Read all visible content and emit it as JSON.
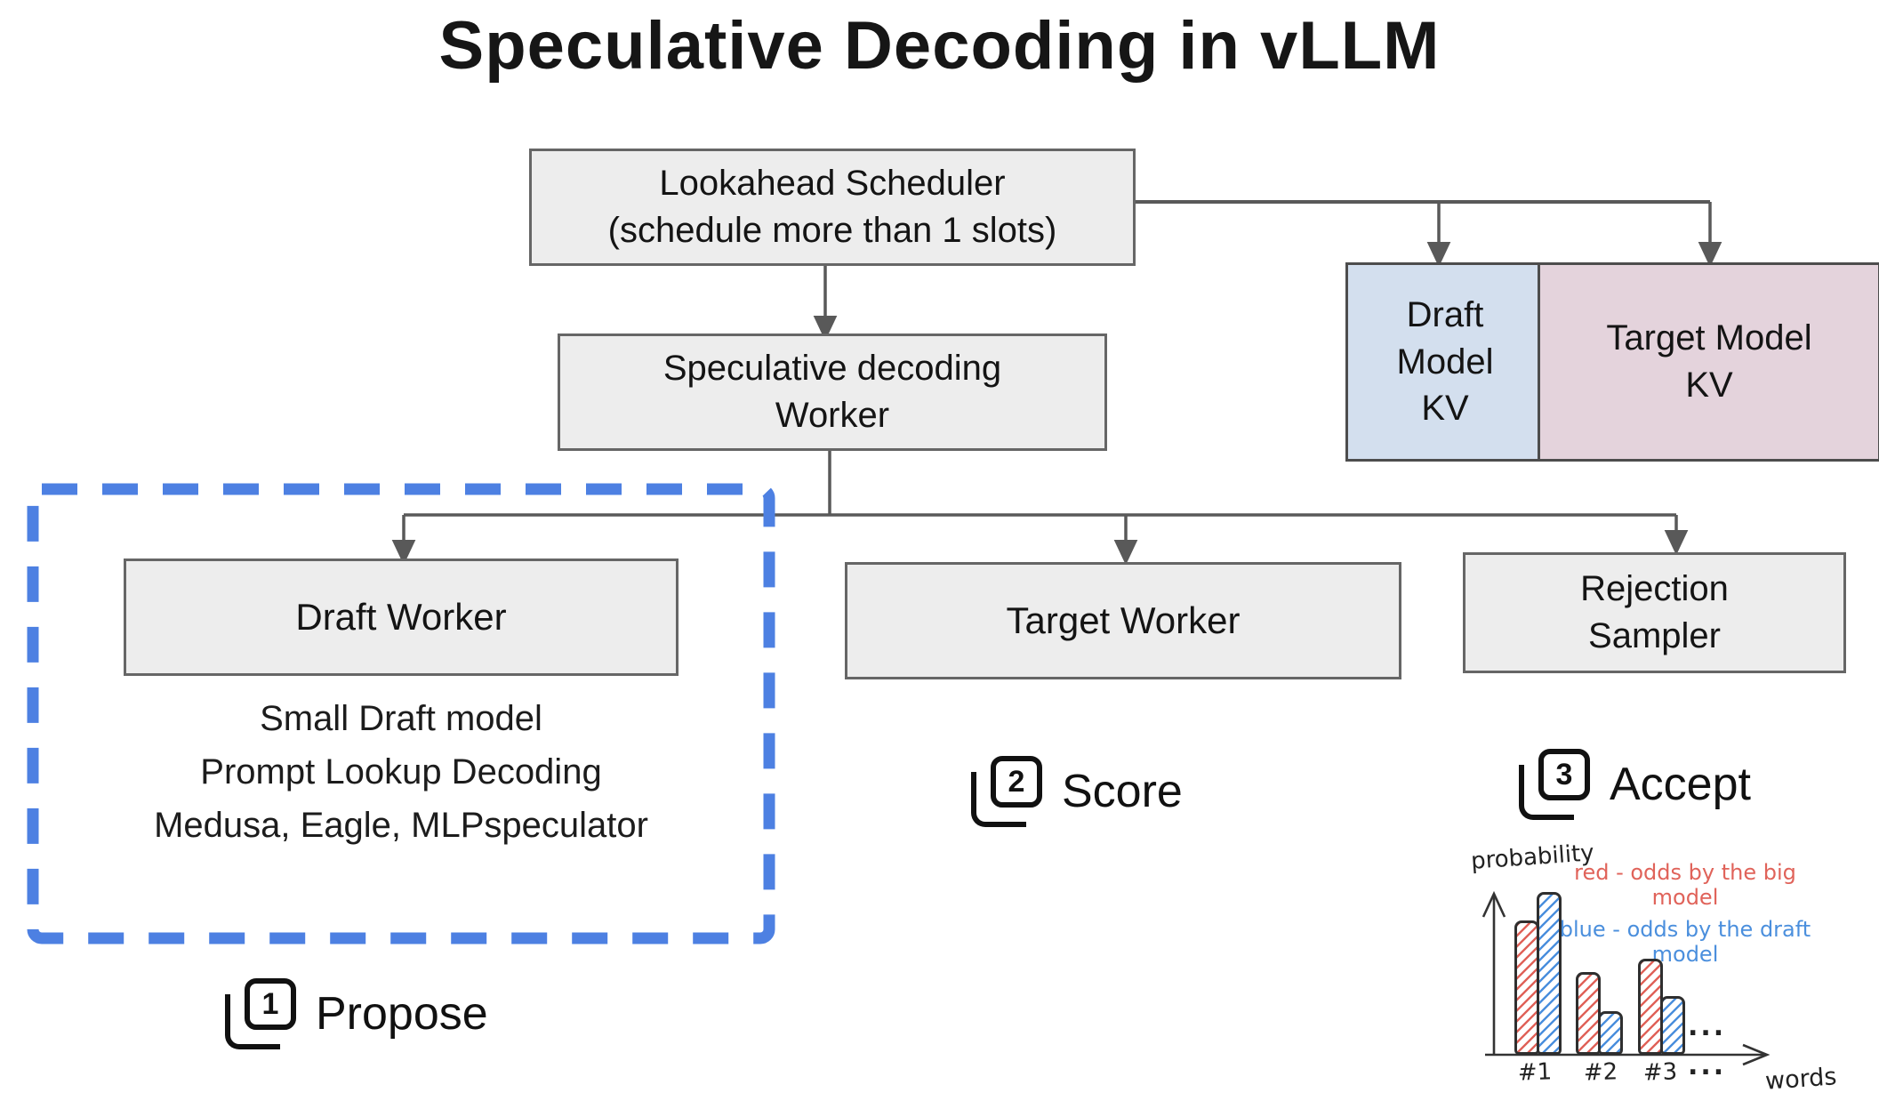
{
  "title": "Speculative Decoding in vLLM",
  "nodes": {
    "lookahead": {
      "lines": [
        "Lookahead Scheduler",
        "(schedule more than 1 slots)"
      ]
    },
    "spec_worker": {
      "lines": [
        "Speculative decoding",
        "Worker"
      ]
    },
    "draft_kv": {
      "lines": [
        "Draft",
        "Model",
        "KV"
      ]
    },
    "target_kv": {
      "lines": [
        "Target Model",
        "KV"
      ]
    },
    "draft_worker": {
      "label": "Draft Worker"
    },
    "target_worker": {
      "label": "Target Worker"
    },
    "rejection_sampler": {
      "lines": [
        "Rejection",
        "Sampler"
      ]
    }
  },
  "draft_methods": [
    "Small Draft model",
    "Prompt Lookup Decoding",
    "Medusa, Eagle, MLPspeculator"
  ],
  "steps": [
    {
      "number": "1",
      "label": "Propose"
    },
    {
      "number": "2",
      "label": "Score"
    },
    {
      "number": "3",
      "label": "Accept"
    }
  ],
  "colors": {
    "box_fill": "#ededed",
    "box_border": "#666666",
    "connector": "#595959",
    "draft_kv_fill": "#d3dfee",
    "target_kv_fill": "#e4d3dc",
    "dashed_box": "#4d80e2",
    "chart_red": "#e0635a",
    "chart_blue": "#4b8fdd"
  },
  "chart_data": {
    "type": "bar",
    "title": "",
    "ylabel": "probability",
    "xlabel": "words",
    "categories": [
      "#1",
      "#2",
      "#3"
    ],
    "series": [
      {
        "key": "red",
        "name": "red - odds by the big model",
        "color": "#e0635a",
        "values": [
          0.78,
          0.47,
          0.55
        ]
      },
      {
        "key": "blue",
        "name": "blue - odds by the draft model",
        "color": "#4b8fdd",
        "values": [
          0.95,
          0.23,
          0.32
        ]
      }
    ],
    "ylim": [
      0,
      1
    ],
    "grid": false,
    "legend_position": "top-right",
    "ellipsis": "..."
  }
}
